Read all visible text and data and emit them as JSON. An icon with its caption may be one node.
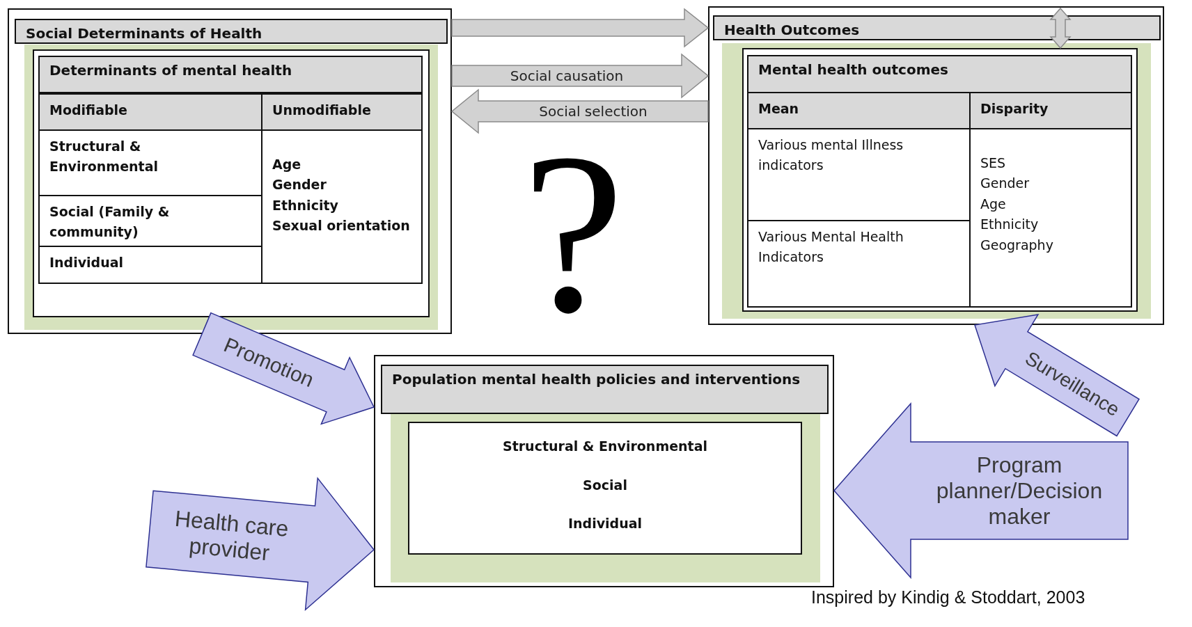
{
  "diagram": {
    "caption": "Inspired by Kindig & Stoddart, 2003",
    "nodes": [
      {
        "text": [
          "Social Determinants of Health"
        ]
      },
      {
        "text": [
          "Determinants of mental health"
        ],
        "in": 0
      },
      {
        "text": [
          "Modifiable"
        ],
        "in": 1
      },
      {
        "text": [
          "Unmodifiable"
        ],
        "in": 1
      },
      {
        "text": [
          "Structural & Environmental"
        ],
        "in": 1
      },
      {
        "text": [
          "Social (Family & community)"
        ],
        "in": 1
      },
      {
        "text": [
          "Individual"
        ],
        "in": 1
      },
      {
        "text": [
          "Age",
          "Gender",
          "Ethnicity",
          "Sexual orientation"
        ],
        "in": 1
      },
      {
        "text": [
          "Health Outcomes"
        ]
      },
      {
        "text": [
          "Mental health outcomes"
        ],
        "in": 8
      },
      {
        "text": [
          "Mean"
        ],
        "in": 9
      },
      {
        "text": [
          "Disparity"
        ],
        "in": 9
      },
      {
        "text": [
          "Various mental Illness indicators"
        ],
        "in": 9
      },
      {
        "text": [
          "Various Mental Health Indicators"
        ],
        "in": 9
      },
      {
        "text": [
          "SES",
          "Gender",
          "Age",
          "Ethnicity",
          "Geography"
        ],
        "in": 9
      },
      {
        "text": [
          "Population mental health policies and interventions"
        ]
      },
      {
        "text": [
          "Structural & Environmental",
          "Social",
          "Individual"
        ],
        "in": 15
      }
    ],
    "edges": [
      {
        "from": 0,
        "to": 8,
        "arrow": "to"
      },
      {
        "from": 0,
        "to": 8,
        "arrow": "to",
        "label": "Social causation"
      },
      {
        "from": 8,
        "to": 0,
        "arrow": "to",
        "label": "Social selection"
      },
      {
        "from": 8,
        "to": 9,
        "arrow": "both"
      },
      {
        "from": 0,
        "to": 15,
        "arrow": "to",
        "label": "Promotion",
        "style": "thick",
        "color": "#c9c9f0"
      },
      {
        "from": null,
        "to": 8,
        "arrow": "to",
        "label": "Surveillance",
        "style": "thick",
        "color": "#c9c9f0"
      },
      {
        "from": null,
        "to": 15,
        "arrow": "to",
        "label": "Program planner/Decision maker",
        "style": "thick",
        "color": "#c9c9f0"
      },
      {
        "from": null,
        "to": 15,
        "arrow": "to",
        "label": "Health care provider",
        "style": "thick",
        "color": "#c9c9f0"
      }
    ],
    "labels": [
      "?"
    ]
  }
}
